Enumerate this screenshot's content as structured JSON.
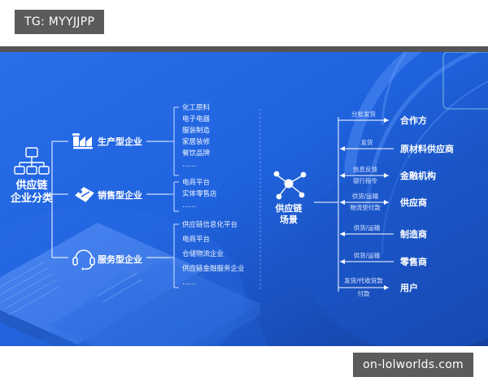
{
  "watermarks": {
    "top_left": "TG: MYYJJPP",
    "bottom_right": "on-lolworlds.com"
  },
  "colors": {
    "panel_blue": "#1f63df",
    "panel_blue_dark": "#1b4fc0",
    "watermark_gray": "#5b5b5b",
    "line_white": "#ffffff",
    "text_white": "#ffffff"
  },
  "left_section": {
    "root": {
      "label_line1": "供应链",
      "label_line2": "企业分类",
      "icon": "org-chart-icon"
    },
    "branches": [
      {
        "id": "production",
        "label": "生产型企业",
        "icon": "factory-icon",
        "items": [
          "化工原料",
          "电子电器",
          "服装制造",
          "家居装修",
          "餐饮品牌",
          "……"
        ]
      },
      {
        "id": "sales",
        "label": "销售型企业",
        "icon": "tag-icon",
        "items": [
          "电商平台",
          "实体零售店",
          "……"
        ]
      },
      {
        "id": "service",
        "label": "服务型企业",
        "icon": "headset-icon",
        "items": [
          "供应链信息化平台",
          "电商平台",
          "仓储物流企业",
          "供应链金融服务企业",
          "……"
        ]
      }
    ]
  },
  "right_section": {
    "hub": {
      "label_line1": "供应链",
      "label_line2": "场景",
      "icon": "network-node-icon"
    },
    "flows": [
      {
        "actor": "合作方",
        "labels": [
          "分批发货"
        ],
        "direction": "right"
      },
      {
        "actor": "原材料供应商",
        "labels": [
          "发货"
        ],
        "direction": "left"
      },
      {
        "actor": "金融机构",
        "labels": [
          "信息反馈",
          "银行指令"
        ],
        "direction": "both"
      },
      {
        "actor": "供应商",
        "labels": [
          "供货/运输",
          "物流垫付款"
        ],
        "direction": "both"
      },
      {
        "actor": "制造商",
        "labels": [
          "供货/运输"
        ],
        "direction": "left"
      },
      {
        "actor": "零售商",
        "labels": [
          "供货/运输"
        ],
        "direction": "left"
      },
      {
        "actor": "用户",
        "labels": [
          "发货/代收货款",
          "付款"
        ],
        "direction": "right"
      }
    ]
  }
}
